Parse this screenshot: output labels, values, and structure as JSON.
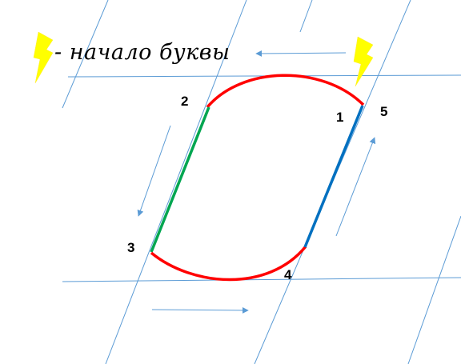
{
  "legend": {
    "icon": "lightning-bolt-icon",
    "text": "- начало буквы"
  },
  "points": [
    {
      "id": "p1",
      "label": "1"
    },
    {
      "id": "p2",
      "label": "2"
    },
    {
      "id": "p3",
      "label": "3"
    },
    {
      "id": "p4",
      "label": "4"
    },
    {
      "id": "p5",
      "label": "5"
    }
  ],
  "colors": {
    "grid_line": "#5b9bd5",
    "arc": "#ff0000",
    "stroke_2_3": "#00a651",
    "stroke_4_1": "#0070c0",
    "arrow": "#5b9bd5",
    "lightning": "#ffff00"
  }
}
